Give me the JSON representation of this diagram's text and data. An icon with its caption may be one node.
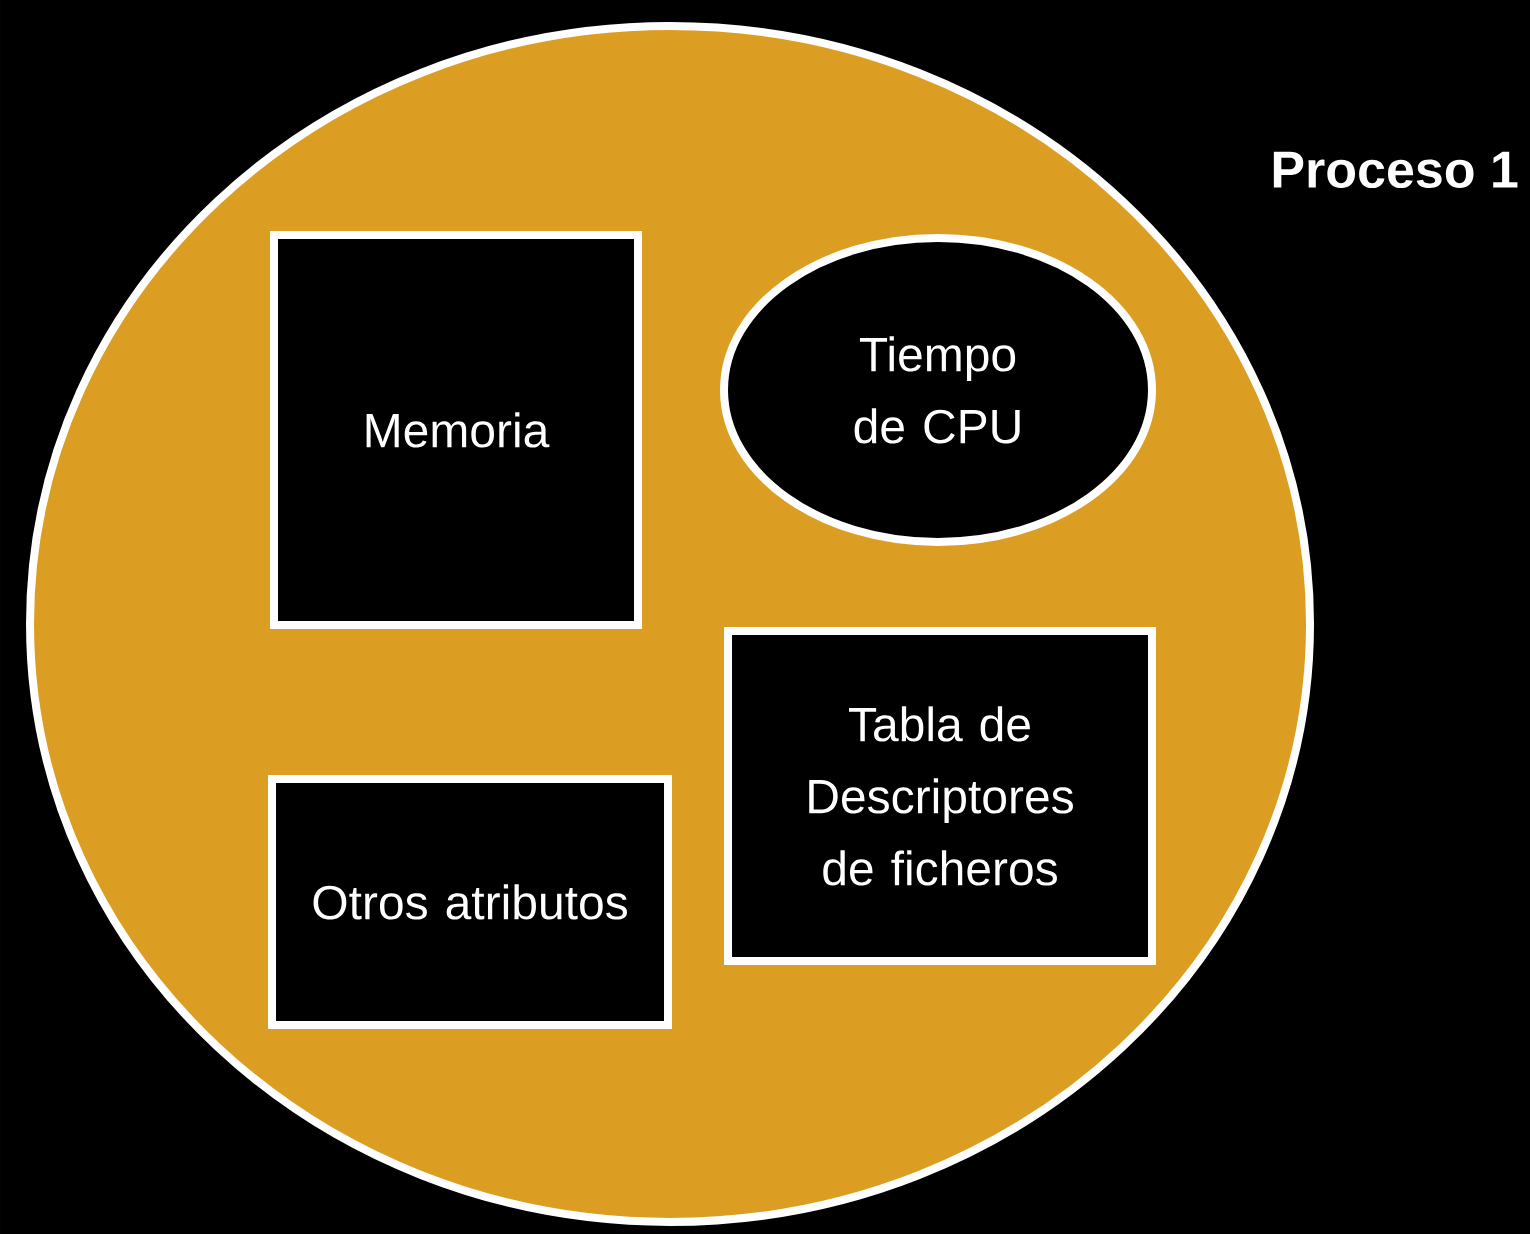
{
  "diagram": {
    "nodes": [
      {
        "text": [
          "Proceso 1"
        ]
      },
      {
        "text": [
          "Memoria"
        ],
        "in": 0
      },
      {
        "text": [
          "Tiempo de CPU"
        ],
        "in": 0
      },
      {
        "text": [
          "Tabla de Descriptores de ficheros"
        ],
        "in": 0
      },
      {
        "text": [
          "Otros atributos"
        ],
        "in": 0
      }
    ]
  }
}
